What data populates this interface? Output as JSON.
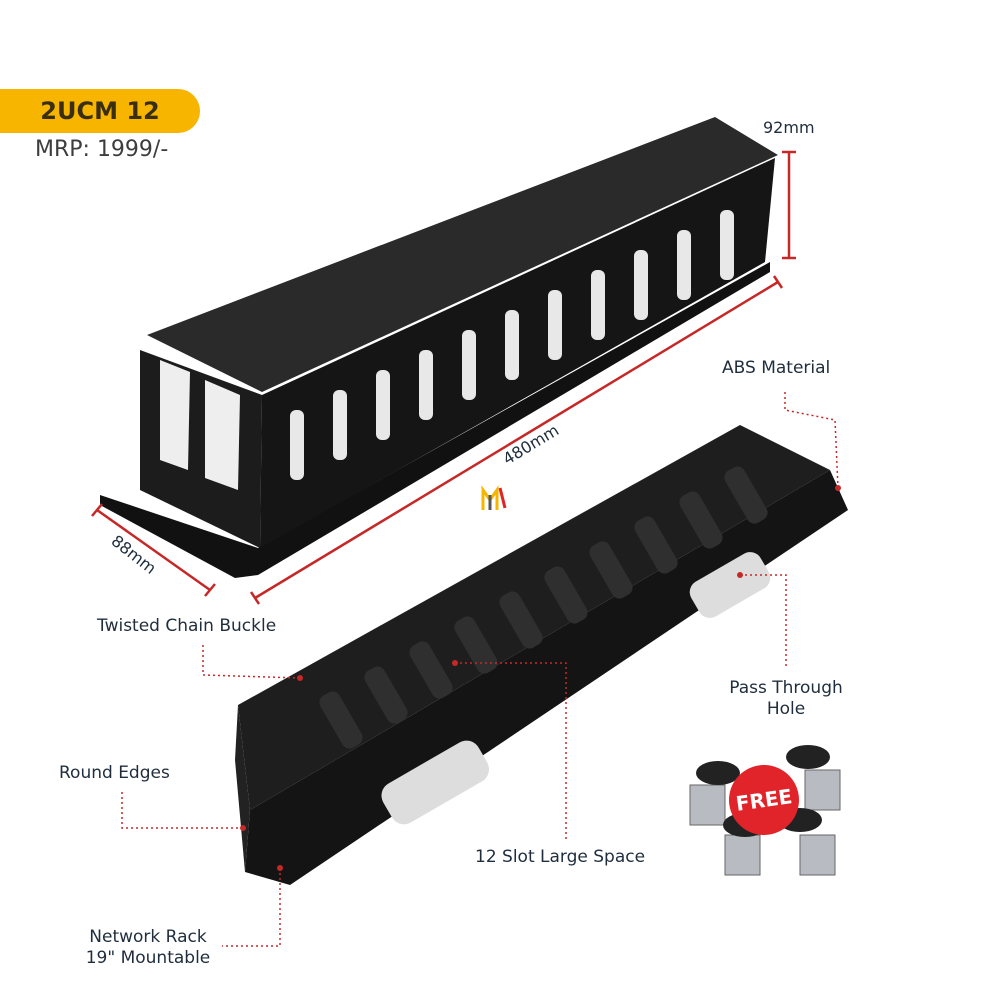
{
  "product": {
    "model": "2UCM 12",
    "mrp": "MRP: 1999/-"
  },
  "dimensions": {
    "height": "92mm",
    "length": "480mm",
    "depth": "88mm"
  },
  "features": {
    "abs": "ABS Material",
    "chain": "Twisted Chain Buckle",
    "pass_line1": "Pass Through",
    "pass_line2": "Hole",
    "round": "Round Edges",
    "slots": "12 Slot Large Space",
    "rack_line1": "Network Rack",
    "rack_line2": "19\" Mountable"
  },
  "free_badge": "FREE",
  "colors": {
    "badge": "#f7b500",
    "accent": "#c62828",
    "product": "#1a1a1a",
    "text": "#1f2d3d"
  }
}
